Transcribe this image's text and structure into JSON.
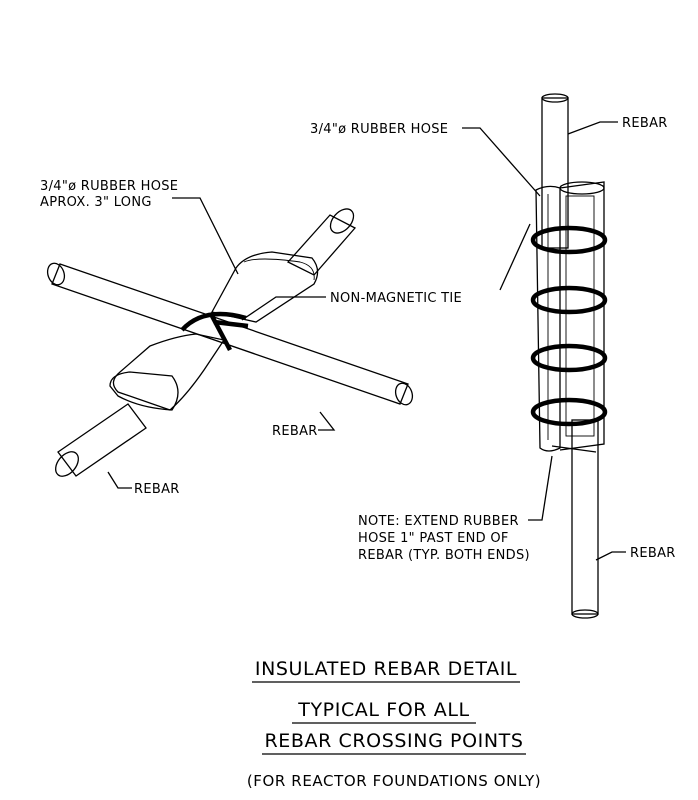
{
  "labels": {
    "hose_left_line1": "3/4\"ø RUBBER HOSE",
    "hose_left_line2": "APROX. 3\" LONG",
    "tie": "NON-MAGNETIC TIE",
    "rebar_center": "REBAR",
    "rebar_left": "REBAR",
    "hose_right": "3/4\"ø RUBBER HOSE",
    "rebar_top_right": "REBAR",
    "rebar_bottom_right": "REBAR",
    "note_line1": "NOTE: EXTEND RUBBER",
    "note_line2": "HOSE 1\" PAST END OF",
    "note_line3": "REBAR (TYP. BOTH ENDS)"
  },
  "title": {
    "line1": "INSULATED REBAR DETAIL",
    "line2": "TYPICAL FOR ALL",
    "line3": "REBAR CROSSING POINTS",
    "line4": "(FOR REACTOR FOUNDATIONS ONLY)"
  }
}
